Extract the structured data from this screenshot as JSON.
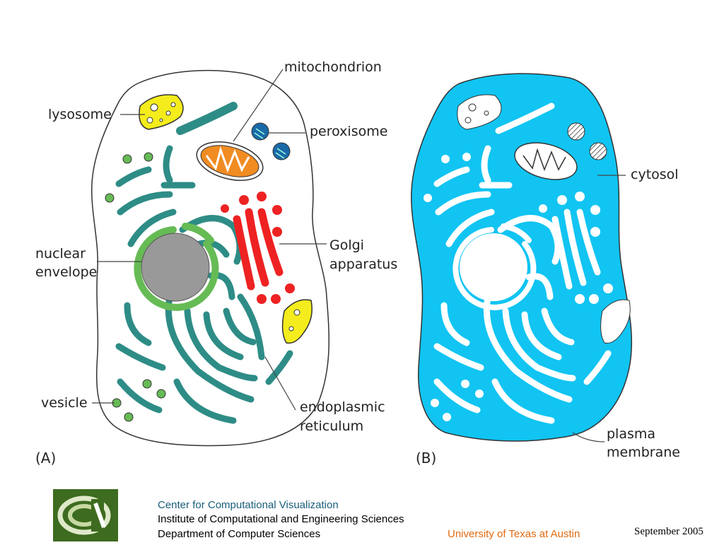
{
  "colors": {
    "cytosol": "#11c4f2",
    "er": "#2e8c86",
    "golgi": "#ee2222",
    "lysosome": "#f4ec1c",
    "mitochondrion": "#f08c22",
    "peroxisome": "#1a6aa8",
    "vesicle": "#66bb55",
    "nuclear_envelope": "#66bb55",
    "nucleus": "#999999",
    "footer_blue": "#1a5e7a",
    "footer_orange": "#e06a10"
  },
  "labels": {
    "mitochondrion": "mitochondrion",
    "lysosome": "lysosome",
    "peroxisome": "peroxisome",
    "nuclear_1": "nuclear",
    "nuclear_2": "envelope",
    "golgi_1": "Golgi",
    "golgi_2": "apparatus",
    "vesicle": "vesicle",
    "er_1": "endoplasmic",
    "er_2": "reticulum",
    "cytosol": "cytosol",
    "plasma_1": "plasma",
    "plasma_2": "membrane",
    "panel_a": "(A)",
    "panel_b": "(B)"
  },
  "footer": {
    "logo_icon": "ccv-logo-icon",
    "line1": "Center for Computational Visualization",
    "line2": "Institute of Computational and Engineering Sciences",
    "line3": "Department of Computer Sciences",
    "university": "University of Texas at Austin",
    "date": "September  2005"
  }
}
